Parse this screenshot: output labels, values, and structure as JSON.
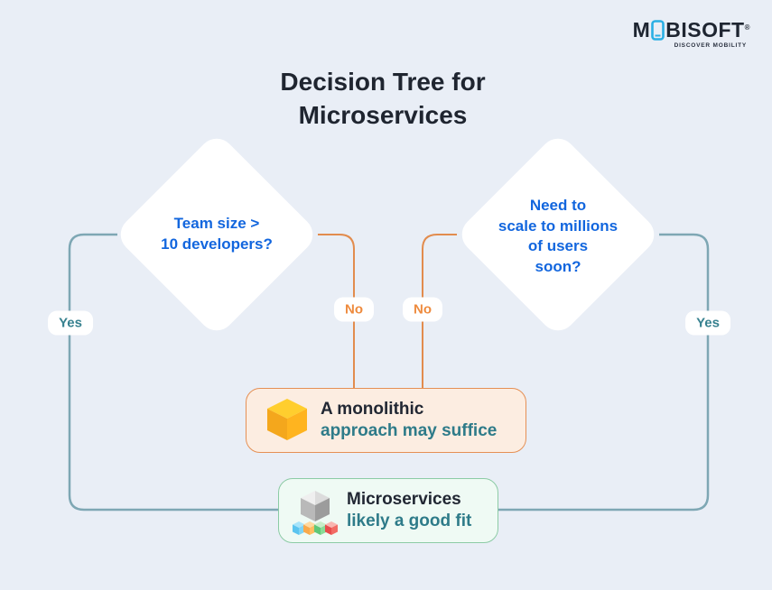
{
  "logo": {
    "prefix": "M",
    "suffix": "BISOFT",
    "registered_mark": "®",
    "tagline": "DISCOVER MOBILITY",
    "phone_icon_color": "#2aafe4"
  },
  "title": "Decision Tree for\nMicroservices",
  "diagram": {
    "left_diamond": {
      "question": "Team size >\n10 developers?"
    },
    "right_diamond": {
      "question": "Need to\nscale to millions\nof users\nsoon?"
    },
    "labels": {
      "yes_left": "Yes",
      "no_left": "No",
      "no_right": "No",
      "yes_right": "Yes"
    },
    "monolith_box": {
      "title": "A monolithic",
      "subtitle": "approach may suffice",
      "icon": "monolith-cube-icon"
    },
    "micro_box": {
      "title": "Microservices",
      "subtitle": "likely a good fit",
      "icon": "microservices-cubes-icon"
    }
  },
  "colors": {
    "background": "#e9eef6",
    "question_text": "#1266de",
    "yes_path": "#7ea7b4",
    "no_path": "#e28c4e",
    "yes_label_text": "#37818f",
    "no_label_text": "#ee8b3e",
    "monolith_box_bg": "#fcede1",
    "monolith_box_border": "#e59055",
    "micro_box_bg": "#effaf4",
    "micro_box_border": "#8ccba5",
    "subtitle_teal": "#2e7b89",
    "title_text": "#1f2530"
  }
}
